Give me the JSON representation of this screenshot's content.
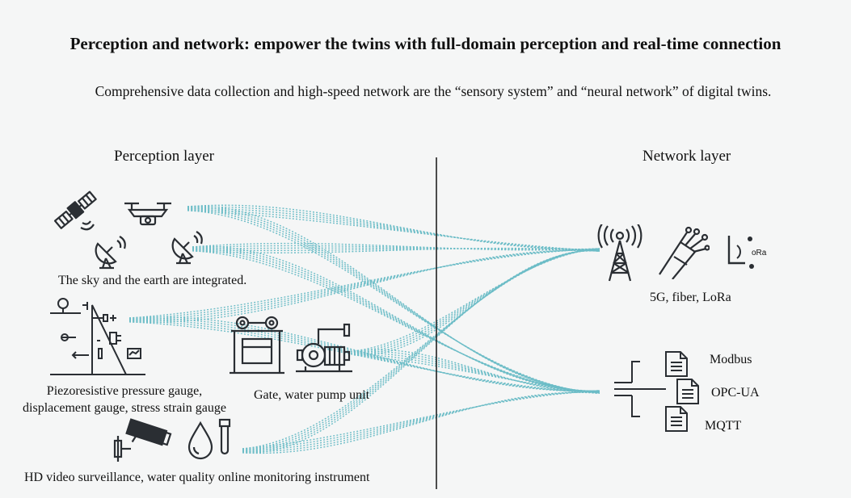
{
  "header": {
    "title": "Perception and network: empower the twins with full-domain perception and real-time connection",
    "subtitle": "Comprehensive data collection and high-speed network are the “sensory system” and “neural network” of digital twins."
  },
  "perception": {
    "title": "Perception layer",
    "groups": [
      {
        "caption": "The sky and the earth are integrated.",
        "icons": [
          "satellite-icon",
          "drone-icon",
          "satellite-dish-icon",
          "satellite-dish-icon"
        ]
      },
      {
        "caption_line1": "Piezoresistive pressure gauge,",
        "caption_line2": "displacement gauge, stress strain gauge",
        "icons": [
          "dam-sensor-icon"
        ]
      },
      {
        "caption": "Gate, water pump unit",
        "icons": [
          "gate-icon",
          "water-pump-icon"
        ]
      },
      {
        "caption": "HD video surveillance, water quality online monitoring instrument",
        "icons": [
          "cctv-camera-icon",
          "water-drop-probe-icon"
        ]
      }
    ]
  },
  "network": {
    "title": "Network layer",
    "media": {
      "caption": "5G, fiber, LoRa",
      "icons": [
        "antenna-tower-icon",
        "fiber-cable-icon",
        "lora-icon"
      ],
      "lora_label": "oRa"
    },
    "protocols": [
      "Modbus",
      "OPC-UA",
      "MQTT"
    ]
  },
  "colors": {
    "connection": "#5fb7c2",
    "icon": "#2a2e33",
    "divider": "#222222"
  }
}
